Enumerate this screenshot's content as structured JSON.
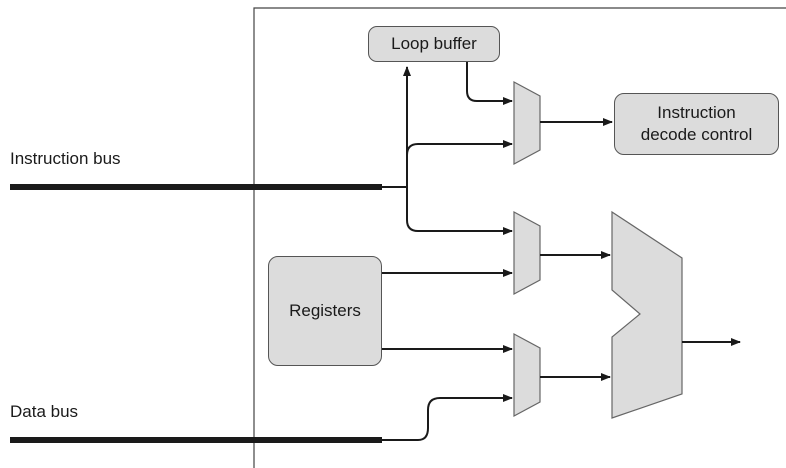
{
  "labels": {
    "instruction_bus": "Instruction bus",
    "data_bus": "Data bus"
  },
  "blocks": {
    "loop_buffer": "Loop buffer",
    "instruction_decode_line1": "Instruction",
    "instruction_decode_line2": "decode control",
    "registers": "Registers"
  },
  "colors": {
    "block_fill": "#dcdcdc",
    "block_border": "#555555",
    "line": "#1a1a1a"
  }
}
